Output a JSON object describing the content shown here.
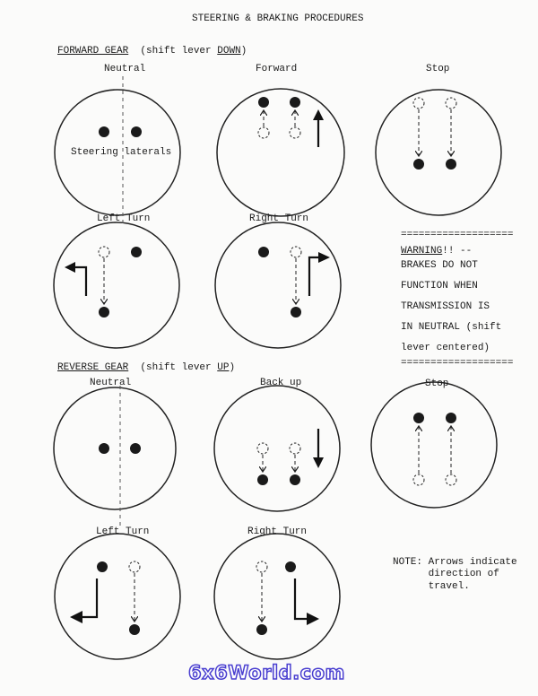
{
  "title": "STEERING & BRAKING PROCEDURES",
  "forward": {
    "heading": "FORWARD GEAR",
    "note_pre": "(shift lever ",
    "note_emph": "DOWN",
    "note_post": ")",
    "diagrams": {
      "neutral": "Neutral",
      "neutral_caption": "Steering laterals",
      "forward": "Forward",
      "stop": "Stop",
      "left_turn": "Left Turn",
      "right_turn": "Right Turn"
    }
  },
  "reverse": {
    "heading": "REVERSE GEAR",
    "note_pre": "(shift lever ",
    "note_emph": "UP",
    "note_post": ")",
    "diagrams": {
      "neutral": "Neutral",
      "back_up": "Back up",
      "stop": "Stop",
      "left_turn": "Left Turn",
      "right_turn": "Right Turn"
    }
  },
  "warning": {
    "rule": "===================",
    "label": "WARNING",
    "label_suffix": "!! --",
    "lines": [
      "BRAKES DO NOT",
      "FUNCTION WHEN",
      "TRANSMISSION IS",
      "IN NEUTRAL (shift",
      "lever centered)"
    ]
  },
  "note": {
    "lines": [
      "NOTE: Arrows indicate",
      "      direction of",
      "      travel."
    ]
  },
  "watermark": "6x6World.com"
}
